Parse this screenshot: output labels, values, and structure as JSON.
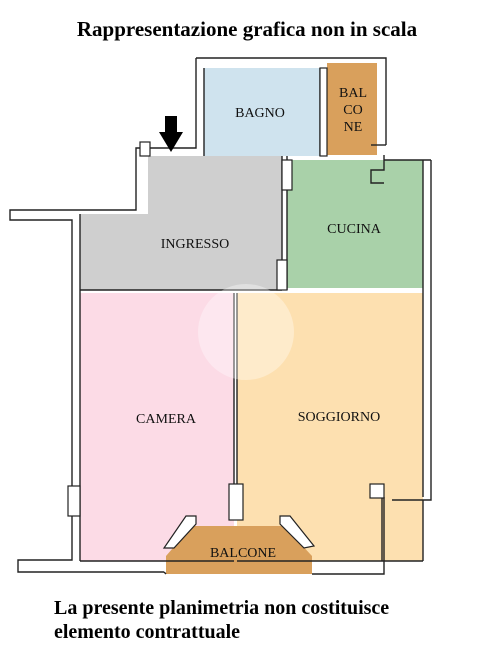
{
  "header": {
    "title": "Rappresentazione grafica non in scala"
  },
  "plan": {
    "rooms": [
      {
        "id": "bagno",
        "label": "BAGNO",
        "color": "#cfe3ee"
      },
      {
        "id": "balcone-top",
        "label_lines": [
          "BAL",
          "CO",
          "NE"
        ],
        "color": "#d9a05c"
      },
      {
        "id": "cucina",
        "label": "CUCINA",
        "color": "#a9d1a9"
      },
      {
        "id": "ingresso",
        "label": "INGRESSO",
        "color": "#cfcfcf"
      },
      {
        "id": "camera",
        "label": "CAMERA",
        "color": "#fcdbe6"
      },
      {
        "id": "soggiorno",
        "label": "SOGGIORNO",
        "color": "#fde0b0"
      },
      {
        "id": "balcone-bottom",
        "label": "BALCONE",
        "color": "#d9a05c"
      }
    ],
    "entrance_marker": "down-arrow-icon"
  },
  "footer": {
    "line1": "La presente planimetria non costituisce",
    "line2": "elemento contrattuale"
  }
}
